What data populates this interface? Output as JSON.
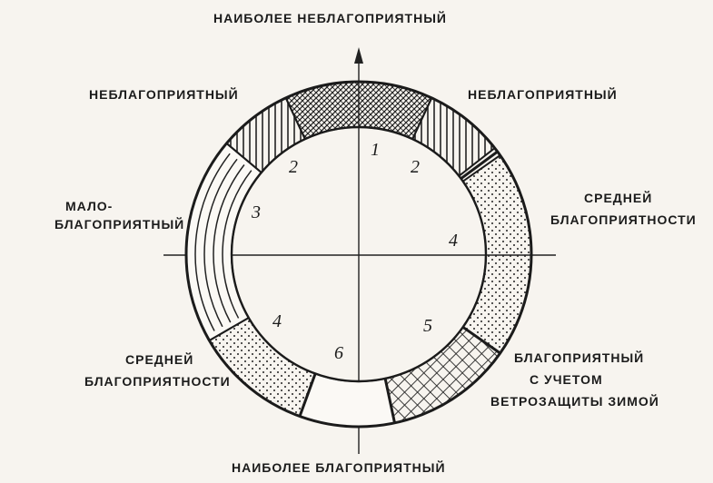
{
  "labels": {
    "top": "НАИБОЛЕЕ  НЕБЛАГОПРИЯТНЫЙ",
    "bottom": "НАИБОЛЕЕ  БЛАГОПРИЯТНЫЙ",
    "upper_left": "НЕБЛАГОПРИЯТНЫЙ",
    "upper_right": "НЕБЛАГОПРИЯТНЫЙ",
    "left_line1": "МАЛО-",
    "left_line2": "БЛАГОПРИЯТНЫЙ",
    "right_line1": "СРЕДНЕЙ",
    "right_line2": "БЛАГОПРИЯТНОСТИ",
    "lower_left_line1": "СРЕДНЕЙ",
    "lower_left_line2": "БЛАГОПРИЯТНОСТИ",
    "lower_right_line1": "БЛАГОПРИЯТНЫЙ",
    "lower_right_line2": "С УЧЕТОМ",
    "lower_right_line3": "ВЕТРОЗАЩИТЫ ЗИМОЙ"
  },
  "sector_numbers": [
    "1",
    "2",
    "2",
    "3",
    "4",
    "4",
    "5",
    "6"
  ],
  "sectors": [
    {
      "id": "s1",
      "number": "1",
      "pattern": "cross-hatch-diagonal",
      "a1": -25,
      "a2": 25
    },
    {
      "id": "s2-right",
      "number": "2",
      "pattern": "vertical-lines",
      "a1": 25,
      "a2": 52
    },
    {
      "id": "s4-right",
      "number": "4",
      "pattern": "dots",
      "a1": 55,
      "a2": 125
    },
    {
      "id": "s5",
      "number": "5",
      "pattern": "grid",
      "a1": 125,
      "a2": 168
    },
    {
      "id": "s6",
      "number": "6",
      "pattern": "plain",
      "a1": 168,
      "a2": 200
    },
    {
      "id": "s4-left",
      "number": "4",
      "pattern": "dots",
      "a1": 200,
      "a2": 240
    },
    {
      "id": "s3",
      "number": "3",
      "pattern": "concentric-lines",
      "a1": 240,
      "a2": 310
    },
    {
      "id": "s2-left",
      "number": "2",
      "pattern": "vertical-lines",
      "a1": 310,
      "a2": 335
    }
  ]
}
